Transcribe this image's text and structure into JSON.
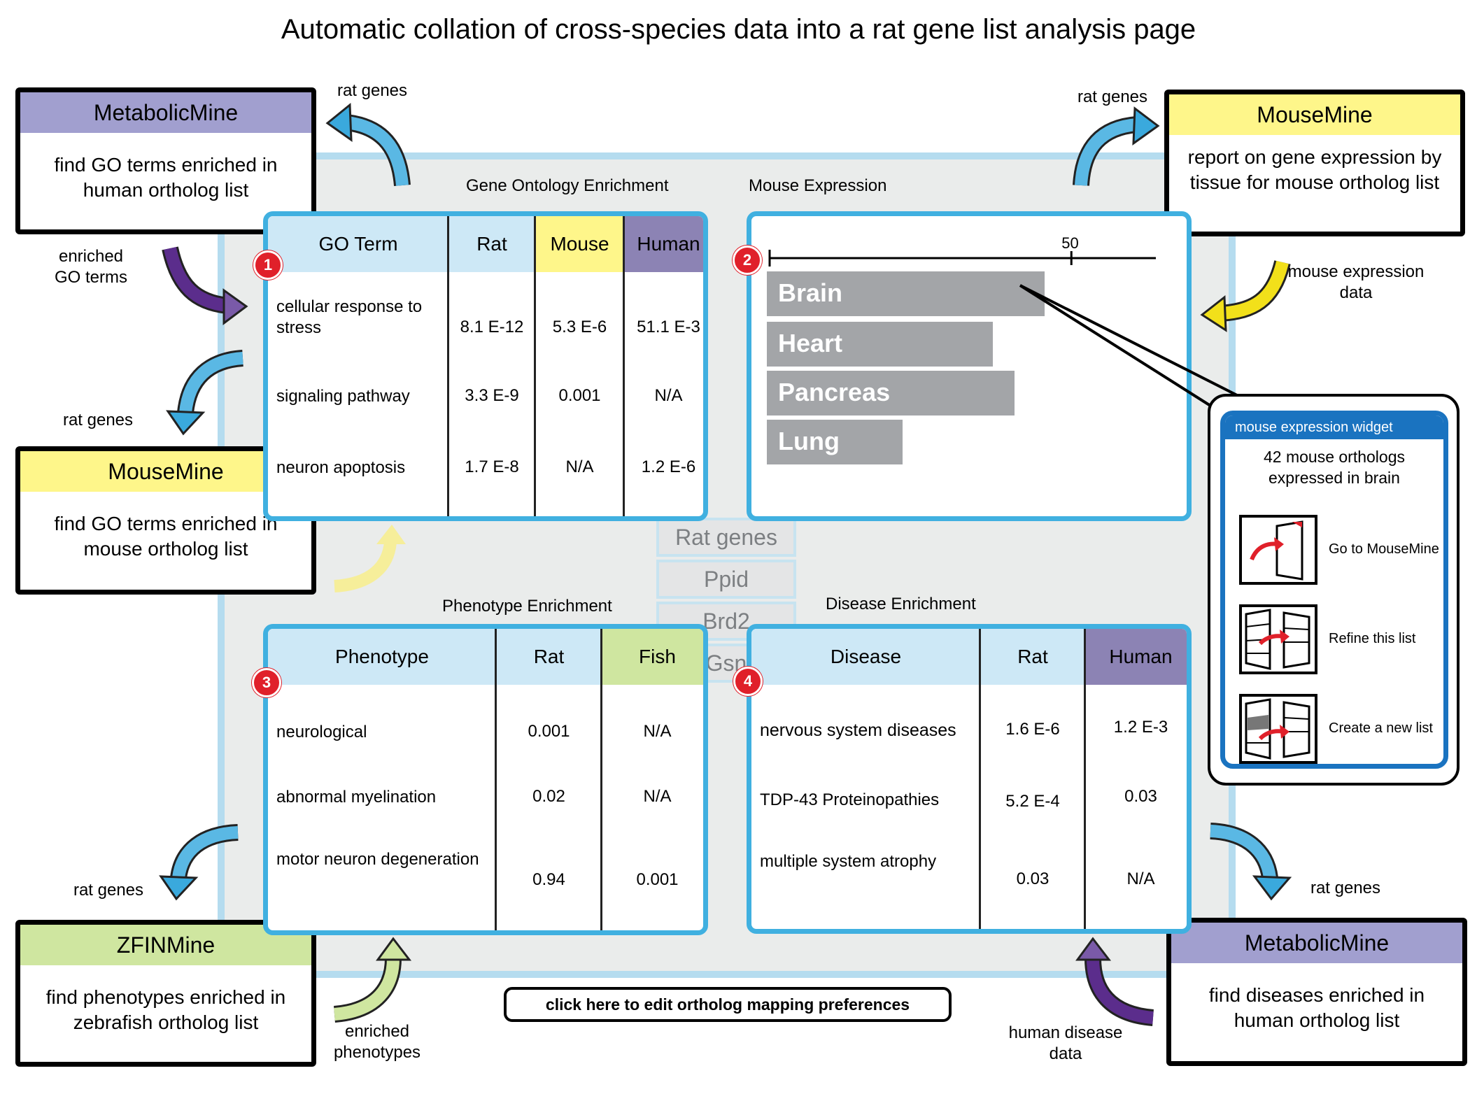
{
  "title": "Automatic collation of cross-species data into a rat gene list analysis page",
  "colors": {
    "metabolicmine": "#a19fcf",
    "mousemine": "#fef68a",
    "zfinmine": "#cfe6a0",
    "human_col": "#8c83b4",
    "mouse_col": "#fef68a",
    "fish_col": "#cfe6a0",
    "rat_col": "#cde8f6",
    "card_border": "#40b0e0",
    "badge": "#e0202a"
  },
  "mines": {
    "metabolic_top": {
      "name": "MetabolicMine",
      "desc": "find GO terms enriched in human ortholog list"
    },
    "mouse_top": {
      "name": "MouseMine",
      "desc": "report on gene expression by tissue for mouse ortholog list"
    },
    "mouse_left": {
      "name": "MouseMine",
      "desc": "find GO terms enriched in mouse ortholog list"
    },
    "zfin": {
      "name": "ZFINMine",
      "desc": "find phenotypes enriched in zebrafish ortholog list"
    },
    "metabolic_bottom": {
      "name": "MetabolicMine",
      "desc": "find diseases enriched in human ortholog list"
    }
  },
  "annotations": {
    "rat_genes_tl": "rat genes",
    "rat_genes_tr": "rat genes",
    "enriched_go": "enriched GO terms",
    "rat_genes_ml": "rat genes",
    "mouse_expr_data": "mouse expression data",
    "rat_genes_bl": "rat genes",
    "rat_genes_br": "rat genes",
    "enriched_pheno": "enriched phenotypes",
    "human_disease": "human disease data"
  },
  "sections": {
    "go": "Gene Ontology Enrichment",
    "mouse_expr": "Mouse Expression",
    "pheno": "Phenotype Enrichment",
    "disease": "Disease Enrichment"
  },
  "go_table": {
    "badge": "1",
    "headers": [
      "GO Term",
      "Rat",
      "Mouse",
      "Human"
    ],
    "rows": [
      {
        "term": "cellular response to stress",
        "rat": "8.1 E-12",
        "mouse": "5.3 E-6",
        "human": "51.1 E-3"
      },
      {
        "term": "signaling pathway",
        "rat": "3.3 E-9",
        "mouse": "0.001",
        "human": "N/A"
      },
      {
        "term": "neuron apoptosis",
        "rat": "1.7 E-8",
        "mouse": "N/A",
        "human": "1.2 E-6"
      }
    ]
  },
  "expression": {
    "badge": "2",
    "axis_tick": "50",
    "axis_max": 64,
    "bars": [
      {
        "tissue": "Brain",
        "value": 46
      },
      {
        "tissue": "Heart",
        "value": 37.5
      },
      {
        "tissue": "Pancreas",
        "value": 41
      },
      {
        "tissue": "Lung",
        "value": 22.5
      }
    ]
  },
  "rat_genes_list": [
    "Rat genes",
    "Ppid",
    "Brd2",
    "Gsn"
  ],
  "widget": {
    "header": "mouse expression widget",
    "summary": "42 mouse orthologs expressed in brain",
    "actions": [
      "Go to MouseMine",
      "Refine this list",
      "Create a new list"
    ]
  },
  "pheno_table": {
    "badge": "3",
    "headers": [
      "Phenotype",
      "Rat",
      "Fish"
    ],
    "rows": [
      {
        "term": "neurological",
        "rat": "0.001",
        "fish": "N/A"
      },
      {
        "term": "abnormal myelination",
        "rat": "0.02",
        "fish": "N/A"
      },
      {
        "term": "motor neuron degeneration",
        "rat": "0.94",
        "fish": "0.001"
      }
    ]
  },
  "disease_table": {
    "badge": "4",
    "headers": [
      "Disease",
      "Rat",
      "Human"
    ],
    "rows": [
      {
        "term": "nervous system diseases",
        "rat": "1.6 E-6",
        "human": "1.2 E-3"
      },
      {
        "term": "TDP-43 Proteinopathies",
        "rat": "5.2 E-4",
        "human": "0.03"
      },
      {
        "term": "multiple system atrophy",
        "rat": "0.03",
        "human": "N/A"
      }
    ]
  },
  "pref_button": "click here to edit ortholog mapping preferences"
}
